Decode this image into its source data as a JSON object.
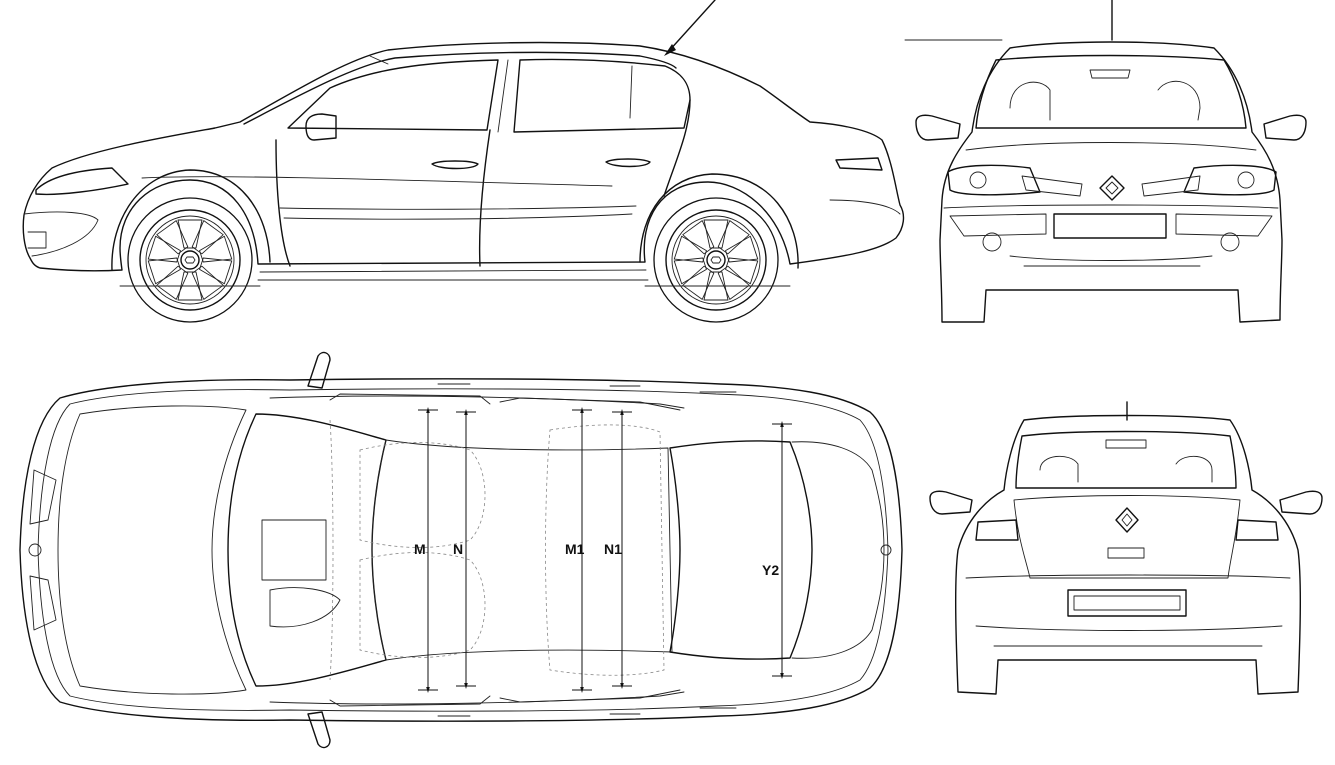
{
  "dimension_labels": {
    "m": "M",
    "n": "N",
    "m1": "M1",
    "n1": "N1",
    "y2": "Y2"
  }
}
